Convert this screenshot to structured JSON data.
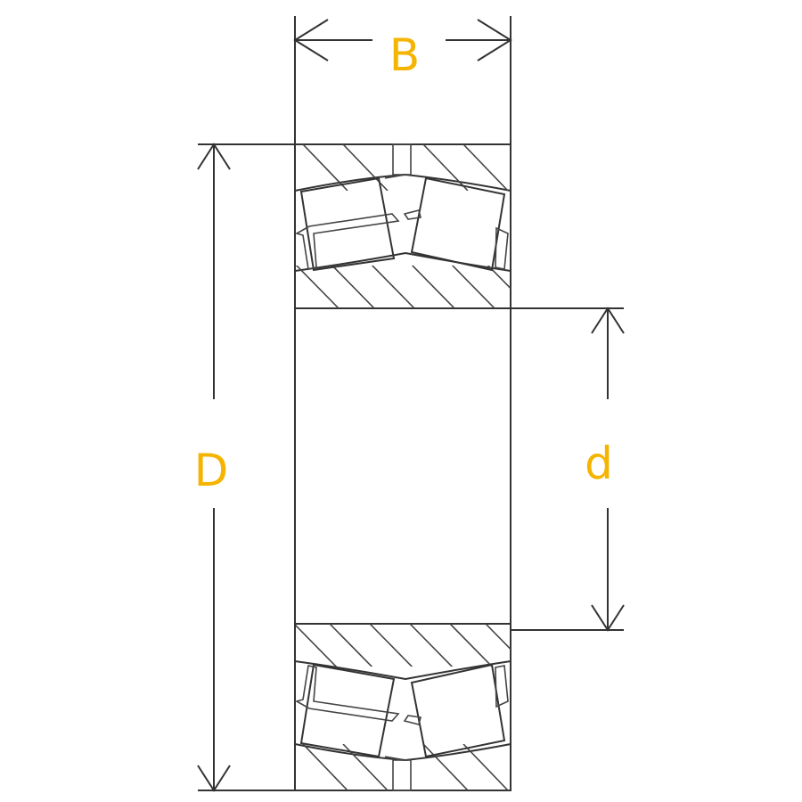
{
  "labels": {
    "width": "B",
    "outer_diameter": "D",
    "bore_diameter": "d"
  },
  "colors": {
    "label": "#f5b400",
    "line": "#333333",
    "background": "#ffffff"
  }
}
